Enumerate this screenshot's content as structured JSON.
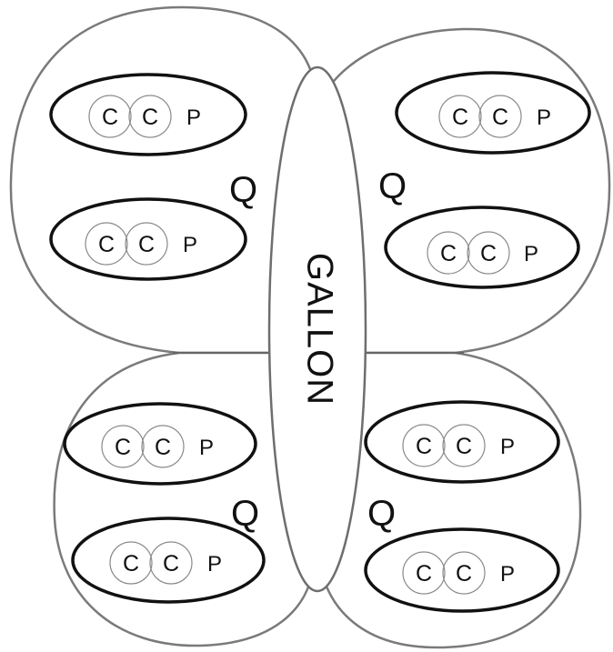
{
  "diagram": {
    "gallon_label": "GALLON",
    "quart_label": "Q",
    "pint_label": "P",
    "cup_label": "C",
    "quarters": [
      {
        "id": "top-left",
        "pints": 2,
        "cups_per_pint": 2
      },
      {
        "id": "top-right",
        "pints": 2,
        "cups_per_pint": 2
      },
      {
        "id": "bottom-left",
        "pints": 2,
        "cups_per_pint": 2
      },
      {
        "id": "bottom-right",
        "pints": 2,
        "cups_per_pint": 2
      }
    ]
  }
}
